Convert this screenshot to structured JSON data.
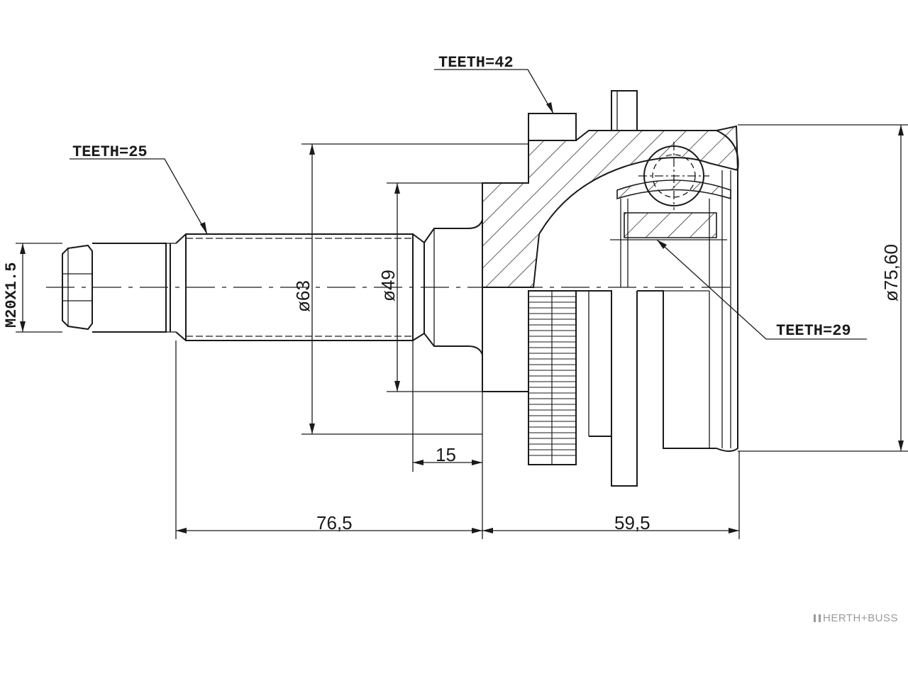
{
  "labels": {
    "teeth_shaft": "TEETH=25",
    "teeth_abs": "TEETH=42",
    "teeth_inner": "TEETH=29",
    "thread": "M20X1.5"
  },
  "dimensions": {
    "d63": "ø63",
    "d49": "ø49",
    "d7560": "ø75,60",
    "len15": "15",
    "len765": "76,5",
    "len595": "59,5"
  },
  "brand": "HERTH+BUSS",
  "colors": {
    "line": "#1a1a1a",
    "brand": "#9a9a9a"
  }
}
